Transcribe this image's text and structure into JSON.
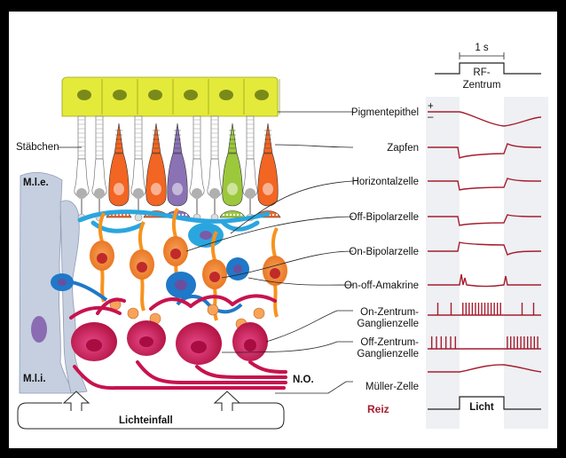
{
  "colors": {
    "pigment_epithelium": "#e4ea3a",
    "rod": "#ffffff",
    "cone_orange": "#f26522",
    "cone_purple": "#8a72b5",
    "cone_green": "#9cc83c",
    "horizontal_cell": "#2aa6df",
    "bipolar_cell": "#f7931e",
    "amacrine_cell": "#1f78c8",
    "ganglion_cell": "#c7134e",
    "mueller_cell": "#c5cfe0",
    "trace": "#a51d2d"
  },
  "stimulus": {
    "duration": "1 s",
    "field": [
      "RF-",
      "Zentrum"
    ]
  },
  "labels": {
    "staebchen": "Stäbchen",
    "mle": "M.l.e.",
    "mli": "M.l.i.",
    "no": "N.O.",
    "lichteinfall": "Lichteinfall",
    "plus": "+",
    "minus": "–",
    "reiz": "Reiz",
    "licht": "Licht"
  },
  "cells": [
    {
      "name": "Pigmentepithel",
      "lines": [
        "Pigmentepithel"
      ]
    },
    {
      "name": "Zapfen",
      "lines": [
        "Zapfen"
      ]
    },
    {
      "name": "Horizontalzelle",
      "lines": [
        "Horizontalzelle"
      ]
    },
    {
      "name": "Off-Bipolarzelle",
      "lines": [
        "Off-Bipolarzelle"
      ]
    },
    {
      "name": "On-Bipolarzelle",
      "lines": [
        "On-Bipolarzelle"
      ]
    },
    {
      "name": "On-off-Amakrine",
      "lines": [
        "On-off-Amakrine"
      ]
    },
    {
      "name": "On-Zentrum-Ganglienzelle",
      "lines": [
        "On-Zentrum-",
        "Ganglienzelle"
      ]
    },
    {
      "name": "Off-Zentrum-Ganglienzelle",
      "lines": [
        "Off-Zentrum-",
        "Ganglienzelle"
      ]
    },
    {
      "name": "Müller-Zelle",
      "lines": [
        "Müller-Zelle"
      ]
    }
  ]
}
